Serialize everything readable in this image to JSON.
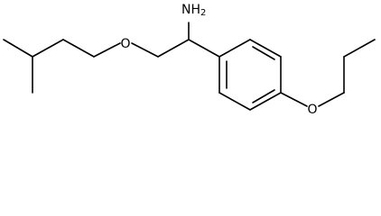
{
  "atoms": {
    "amine": {
      "symbol": "NH",
      "subscript": "2"
    },
    "ether_oxygen": {
      "symbol": "O"
    },
    "phenoxy_oxygen": {
      "symbol": "O"
    }
  },
  "colors": {
    "bond": "#000000",
    "label": "#000000",
    "background": "#ffffff"
  }
}
